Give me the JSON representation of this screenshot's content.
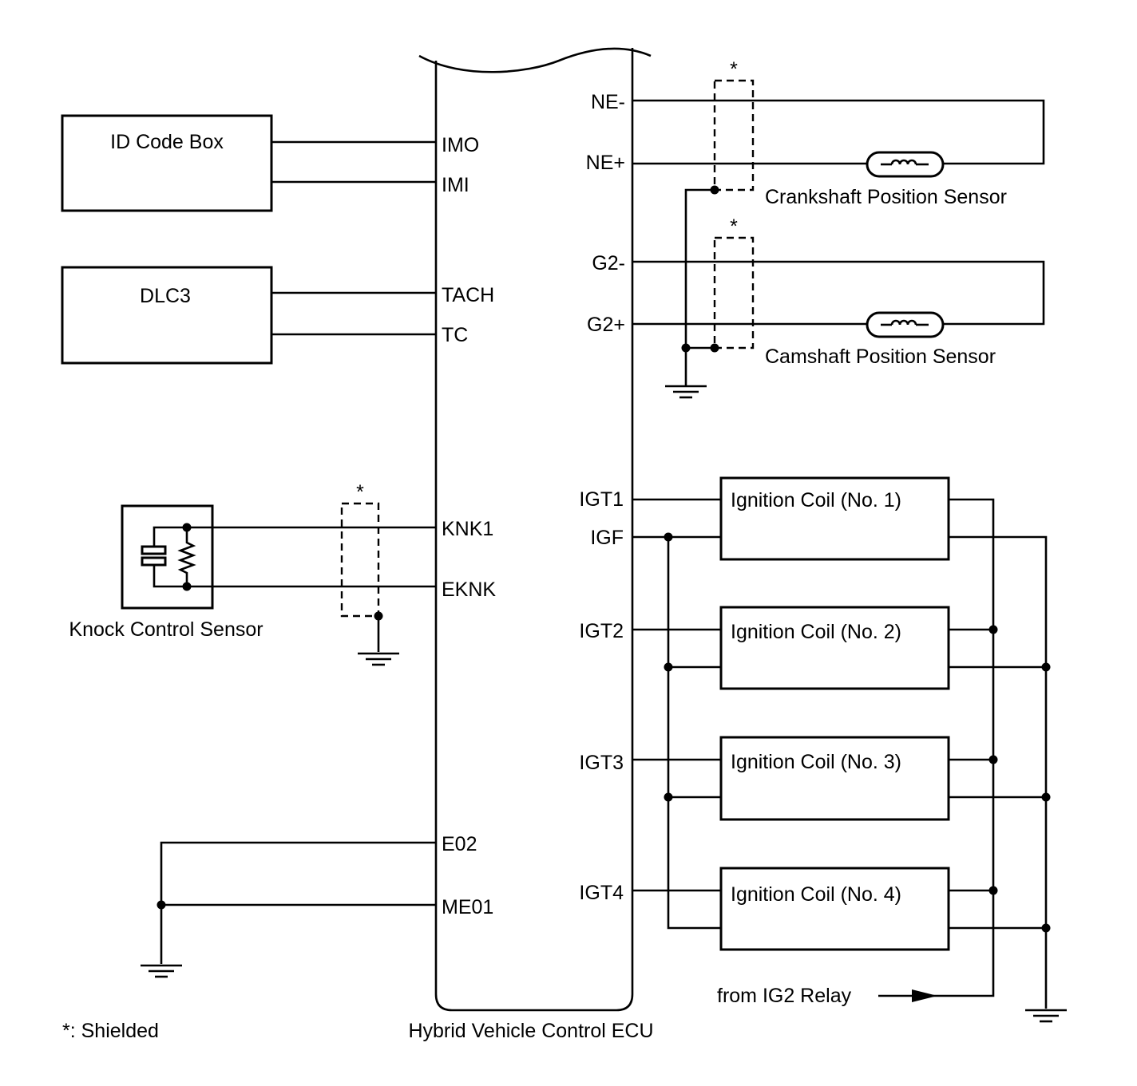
{
  "ecu": {
    "name": "Hybrid Vehicle Control ECU",
    "left_pins": [
      "IMO",
      "IMI",
      "TACH",
      "TC",
      "KNK1",
      "EKNK",
      "E02",
      "ME01"
    ],
    "right_pins": [
      "NE-",
      "NE+",
      "G2-",
      "G2+",
      "IGT1",
      "IGF",
      "IGT2",
      "IGT3",
      "IGT4"
    ]
  },
  "components": {
    "id_code_box": "ID Code Box",
    "dlc3": "DLC3",
    "knock_sensor": "Knock Control Sensor",
    "crankshaft_sensor": "Crankshaft Position Sensor",
    "camshaft_sensor": "Camshaft Position Sensor",
    "coils": [
      "Ignition Coil (No. 1)",
      "Ignition Coil (No. 2)",
      "Ignition Coil (No. 3)",
      "Ignition Coil (No. 4)"
    ]
  },
  "shield_marks": [
    "*",
    "*",
    "*"
  ],
  "relay_label": "from IG2 Relay",
  "legend": "*: Shielded"
}
